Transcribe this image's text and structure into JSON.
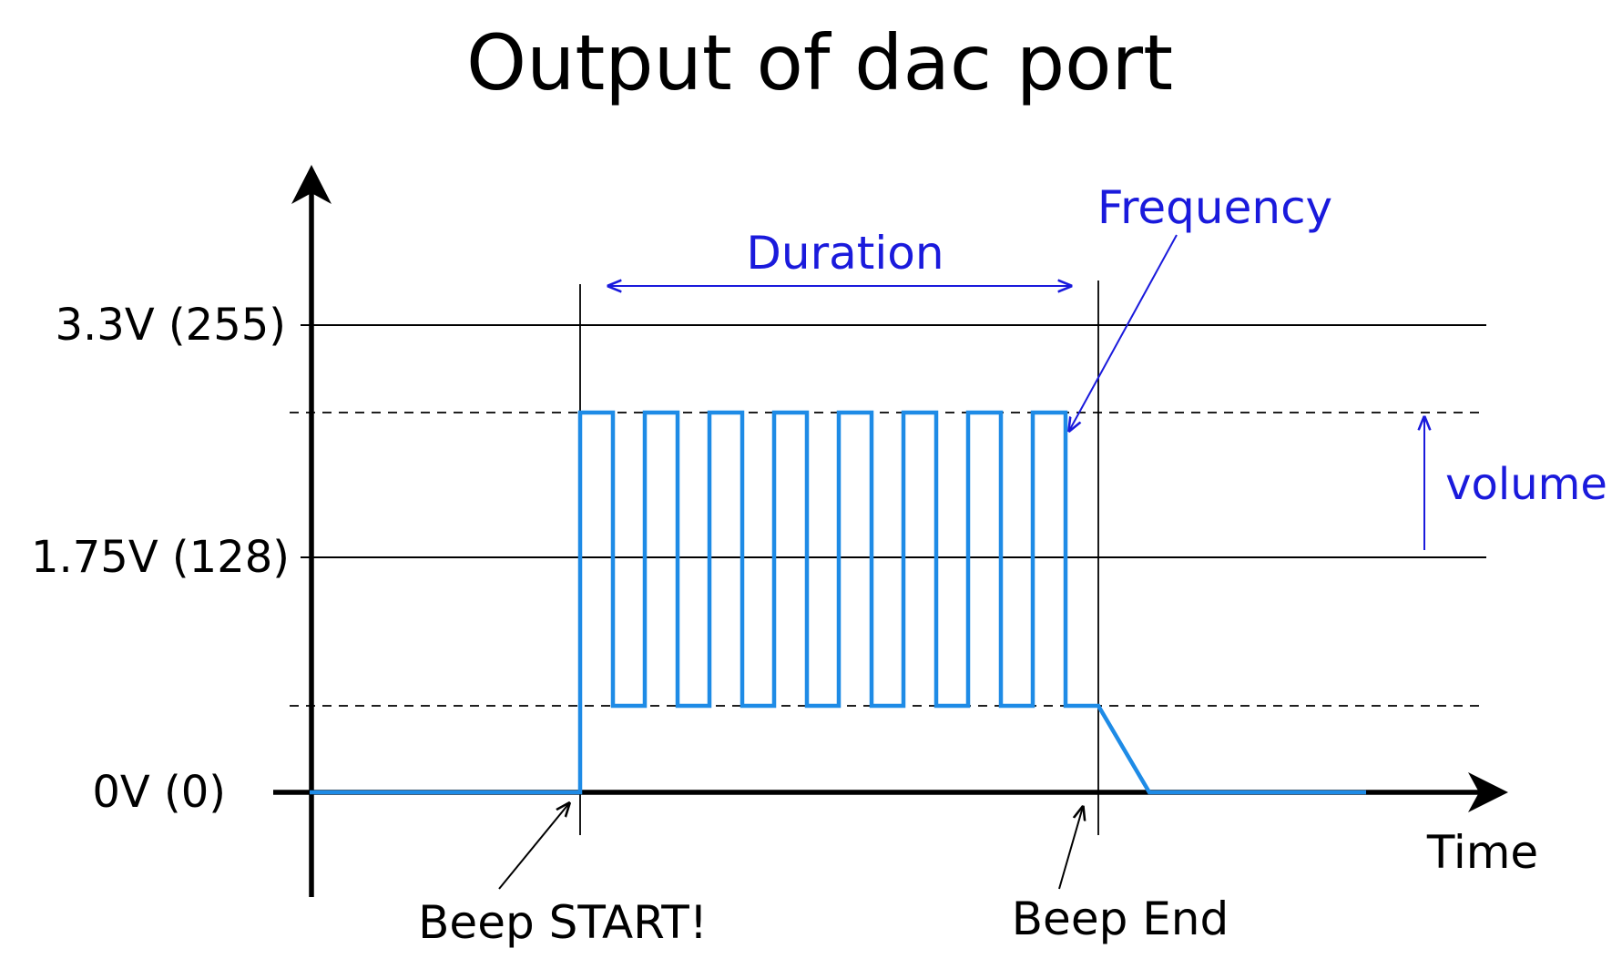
{
  "title": "Output of dac port",
  "y_labels": {
    "high": "3.3V (255)",
    "mid": "1.75V (128)",
    "zero": "0V (0)"
  },
  "x_axis_label": "Time",
  "annotations": {
    "duration": "Duration",
    "frequency": "Frequency",
    "volume": "volume",
    "beep_start": "Beep START!",
    "beep_end": "Beep End"
  },
  "colors": {
    "signal": "#1e8be6",
    "annotation": "#1a1adc",
    "axis": "#000000"
  }
}
